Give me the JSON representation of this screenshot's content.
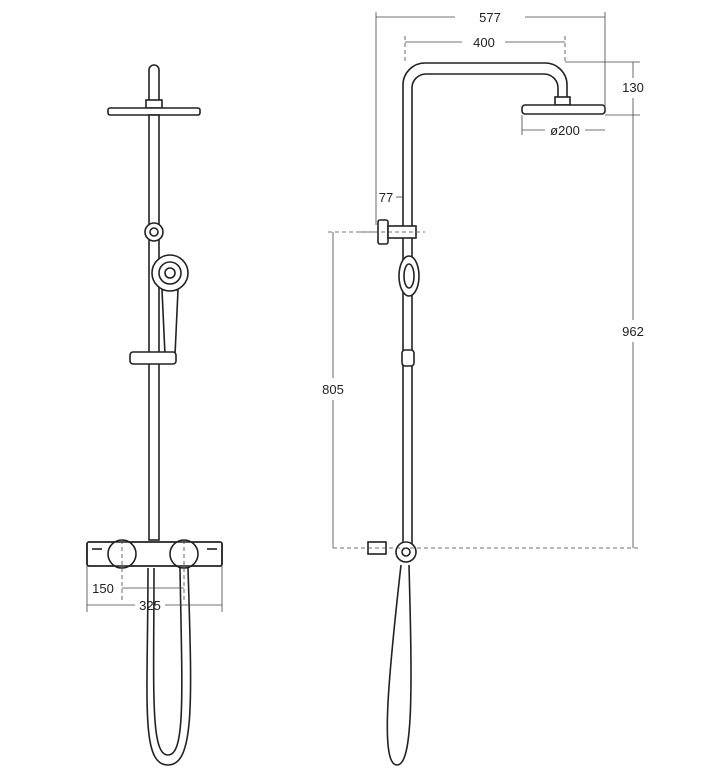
{
  "dimensions": {
    "total_width": "577",
    "arm_length": "400",
    "head_height": "130",
    "head_diameter": "ø200",
    "wall_offset": "77",
    "total_height": "962",
    "bracket_spacing": "805",
    "inlet_spacing": "150",
    "mixer_width": "325"
  }
}
